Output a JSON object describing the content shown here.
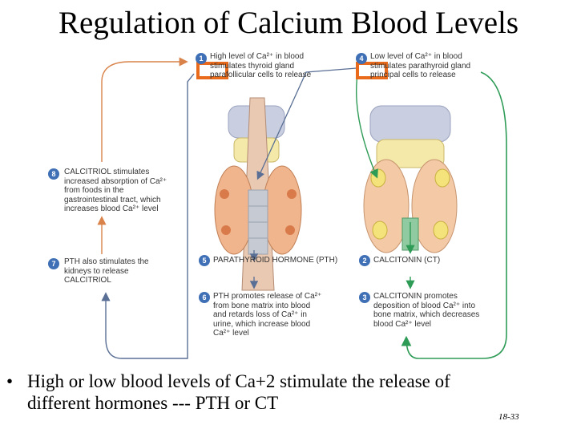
{
  "title": "Regulation of Calcium Blood Levels",
  "diagram": {
    "step1": {
      "num": "1",
      "text": "High level of Ca²⁺ in blood stimulates thyroid gland parafollicular cells to release"
    },
    "step2": {
      "num": "2",
      "text": "CALCITONIN (CT)"
    },
    "step3": {
      "num": "3",
      "text": "CALCITONIN promotes deposition of blood Ca²⁺ into bone matrix, which decreases blood Ca²⁺ level"
    },
    "step4": {
      "num": "4",
      "text": "Low level of Ca²⁺ in blood stimulates parathyroid gland principal cells to release"
    },
    "step5": {
      "num": "5",
      "text": "PARATHYROID HORMONE (PTH)"
    },
    "step6": {
      "num": "6",
      "text": "PTH promotes release of Ca²⁺ from bone matrix into blood and retards loss of Ca²⁺ in urine, which increase blood Ca²⁺ level"
    },
    "step7": {
      "num": "7",
      "text": "PTH also stimulates the kidneys to release CALCITRIOL"
    },
    "step8": {
      "num": "8",
      "text": "CALCITRIOL stimulates increased absorption of Ca²⁺ from foods in the gastrointestinal tract, which increases blood Ca²⁺ level"
    }
  },
  "bullet": {
    "line1": "High or low blood levels of Ca+2 stimulate the release of",
    "line2": "different hormones --- PTH or CT"
  },
  "slide_number": "18-33",
  "colors": {
    "green_arrow": "#2e9b56",
    "orange_arrow": "#d9834a",
    "blue_badge": "#3f6fb5",
    "highlight_box": "#e86a1a"
  }
}
